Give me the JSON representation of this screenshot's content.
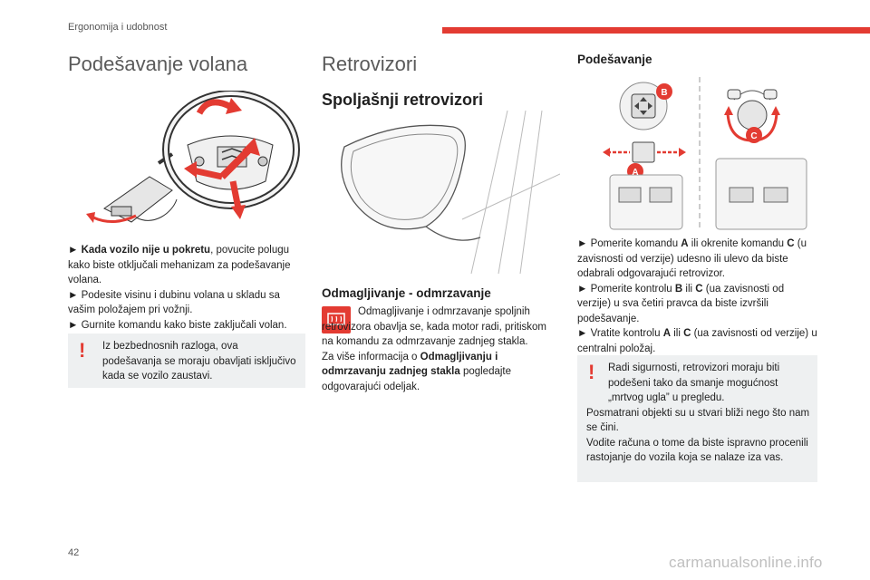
{
  "header": {
    "section": "Ergonomija i udobnost",
    "accent_color": "#e33b32"
  },
  "page": {
    "number": "42"
  },
  "watermark": "carmanualsonline.info",
  "col1": {
    "title": "Podešavanje volana",
    "illustration_icon": "steering-wheel-adjustment",
    "steps": [
      {
        "bullet": "►",
        "bold": "Kada vozilo nije u pokretu",
        "text": ", povucite polugu kako biste otključali mehanizam za podešavanje volana."
      },
      {
        "bullet": "►",
        "text": "Podesite visinu i dubinu volana u skladu sa vašim položajem pri vožnji."
      },
      {
        "bullet": "►",
        "text": "Gurnite komandu kako biste zaključali volan."
      }
    ],
    "warning": {
      "mark": "!",
      "text": "Iz bezbednosnih razloga, ova podešavanja se moraju obavljati isključivo kada se vozilo zaustavi."
    }
  },
  "col2": {
    "title": "Retrovizori",
    "subtitle": "Spoljašnji retrovizori",
    "illustration_icon": "exterior-mirror",
    "defrost_title": "Odmagljivanje - odmrzavanje",
    "defrost_icon": "rear-defrost-icon",
    "defrost_text_1": "Odmagljivanje i odmrzavanje spoljnih retrovizora obavlja se, kada motor radi, pritiskom na komandu za odmrzavanje zadnjeg stakla.",
    "defrost_text_2_pre": "Za više informacija o ",
    "defrost_text_2_bold": "Odmagljivanju i odmrzavanju zadnjeg stakla",
    "defrost_text_2_post": " pogledajte odgovarajući odeljak."
  },
  "col3": {
    "title": "Podešavanje",
    "illustration_icon": "mirror-controls",
    "labels": {
      "a": "A",
      "b": "B",
      "c": "C"
    },
    "steps": [
      {
        "parts": [
          "► Pomerite komandu ",
          "A",
          " ili okrenite komandu ",
          "C",
          " (u zavisnosti od verzije) udesno ili ulevo da biste odabrali odgovarajući retrovizor."
        ]
      },
      {
        "parts": [
          "► Pomerite kontrolu ",
          "B",
          " ili ",
          "C",
          " (ua zavisnosti od verzije) u sva četiri pravca da biste izvršili podešavanje."
        ]
      },
      {
        "parts": [
          "► Vratite kontrolu ",
          "A",
          " ili ",
          "C",
          " (ua zavisnosti od verzije) u centralni položaj."
        ]
      }
    ],
    "warning": {
      "mark": "!",
      "line1": "Radi sigurnosti, retrovizori moraju biti podešeni tako da smanje mogućnost „mrtvog ugla” u pregledu.",
      "line2": "Posmatrani objekti su u stvari bliži nego što nam se čini.",
      "line3": "Vodite računa o tome da biste ispravno procenili rastojanje do vozila koja se nalaze iza vas."
    }
  }
}
